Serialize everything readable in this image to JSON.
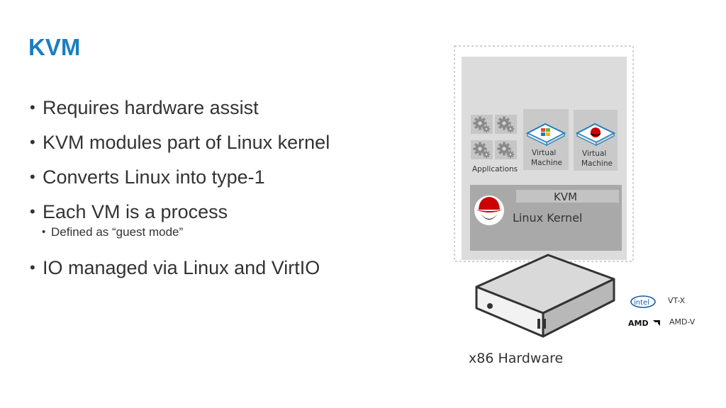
{
  "slide": {
    "title": "KVM",
    "bullets": [
      {
        "text": "Requires hardware assist"
      },
      {
        "text": "KVM modules part of Linux kernel"
      },
      {
        "text": "Converts Linux into type-1"
      },
      {
        "text": "Each VM is a process",
        "sub": "Defined as “guest mode”"
      },
      {
        "text": "IO managed via Linux and VirtIO"
      }
    ]
  },
  "diagram": {
    "applications_label": "Applications",
    "vm1": {
      "line1": "Virtual",
      "line2": "Machine"
    },
    "vm2": {
      "line1": "Virtual",
      "line2": "Machine"
    },
    "kvm_label": "KVM",
    "kernel_label": "Linux Kernel",
    "hardware_label": "x86 Hardware",
    "intel": {
      "logo": "intel",
      "feature": "VT-X"
    },
    "amd": {
      "logo": "AMD",
      "feature": "AMD-V"
    },
    "colors": {
      "title": "#1a7fc1",
      "frame": "#d8d8d8",
      "kernel": "#a9a9a9",
      "kvm": "#c3c3c3",
      "redhat": "#cc0000"
    }
  }
}
